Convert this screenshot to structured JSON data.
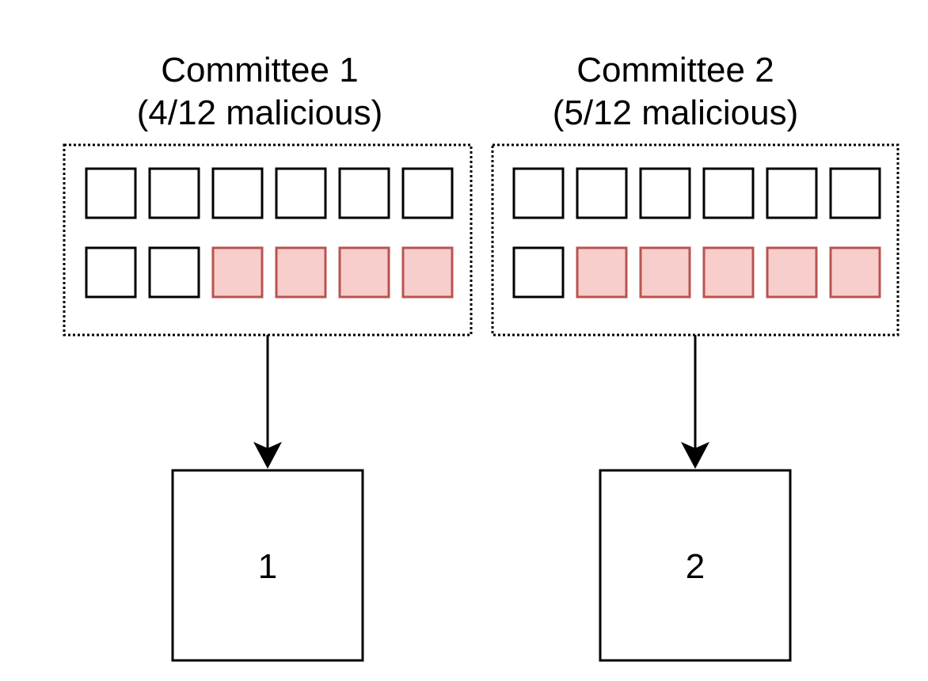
{
  "committees": [
    {
      "title_line1": "Committee 1",
      "title_line2": "(4/12 malicious)",
      "members_total": 12,
      "malicious_count": 4,
      "target_label": "1"
    },
    {
      "title_line1": "Committee 2",
      "title_line2": "(5/12 malicious)",
      "members_total": 12,
      "malicious_count": 5,
      "target_label": "2"
    }
  ],
  "colors": {
    "honest_fill": "#ffffff",
    "honest_stroke": "#000000",
    "malicious_fill": "#f8cecc",
    "malicious_stroke": "#b85450",
    "line": "#000000"
  }
}
